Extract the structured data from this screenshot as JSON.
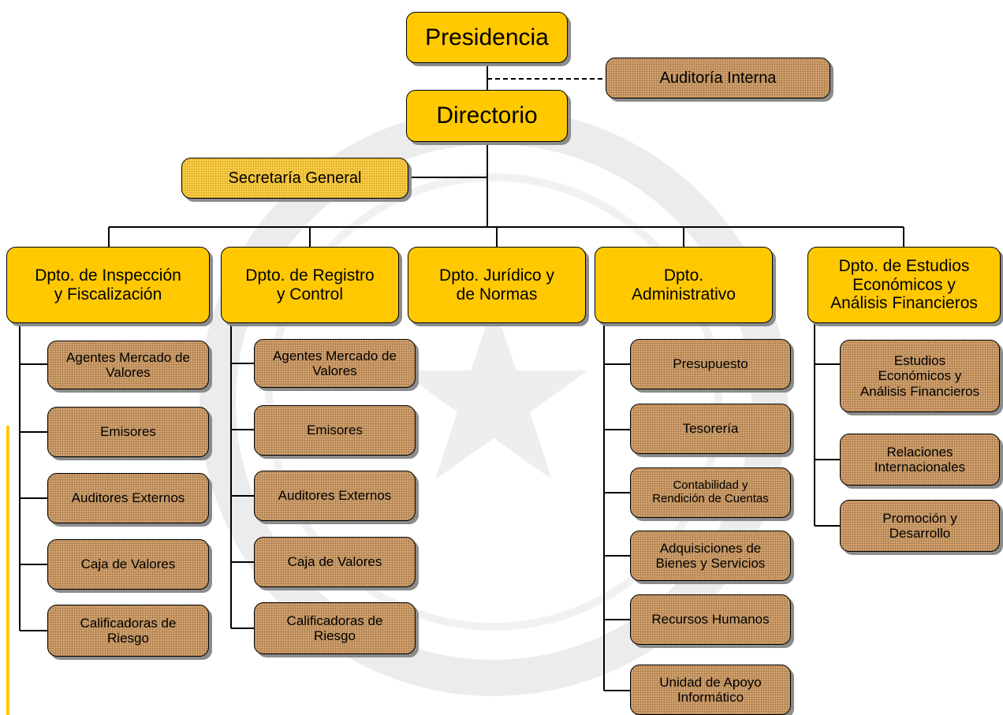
{
  "colors": {
    "gold": "#FFC800",
    "tan": "#D4A470",
    "line": "#000000",
    "shadow": "#8c8c8c"
  },
  "top": {
    "presidencia": "Presidencia",
    "auditoria": "Auditoría Interna",
    "directorio": "Directorio",
    "secretaria": "Secretaría General"
  },
  "departments": [
    {
      "title": "Dpto. de Inspección\ny Fiscalización",
      "units": [
        "Agentes Mercado de\nValores",
        "Emisores",
        "Auditores Externos",
        "Caja de Valores",
        "Calificadoras de\nRiesgo"
      ]
    },
    {
      "title": "Dpto. de Registro\ny Control",
      "units": [
        "Agentes Mercado de\nValores",
        "Emisores",
        "Auditores Externos",
        "Caja de Valores",
        "Calificadoras de\nRiesgo"
      ]
    },
    {
      "title": "Dpto. Jurídico y\nde Normas",
      "units": []
    },
    {
      "title": "Dpto.\nAdministrativo",
      "units": [
        "Presupuesto",
        "Tesorería",
        "Contabilidad y\nRendición de Cuentas",
        "Adquisiciones de\nBienes y Servicios",
        "Recursos Humanos",
        "Unidad de Apoyo\nInformático"
      ]
    },
    {
      "title": "Dpto. de Estudios\nEconómicos y\nAnálisis Financieros",
      "units": [
        "Estudios\nEconómicos y\nAnálisis Financieros",
        "Relaciones\nInternacionales",
        "Promoción y\nDesarrollo"
      ]
    }
  ]
}
